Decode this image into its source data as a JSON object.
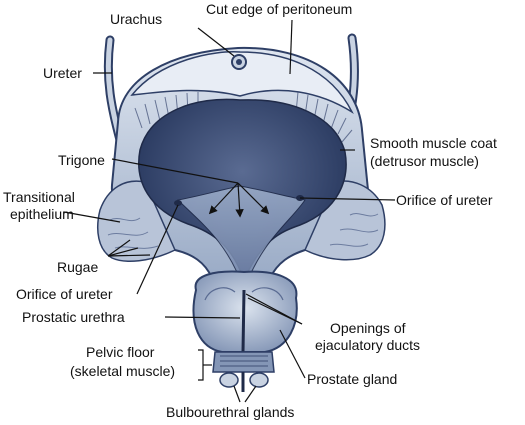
{
  "labels": {
    "urachus": "Urachus",
    "cut_edge": "Cut edge of peritoneum",
    "ureter": "Ureter",
    "smooth_muscle_1": "Smooth muscle coat",
    "smooth_muscle_2": "(detrusor muscle)",
    "trigone": "Trigone",
    "transitional_1": "Transitional",
    "transitional_2": "epithelium",
    "orifice_right": "Orifice of ureter",
    "rugae": "Rugae",
    "orifice_left": "Orifice of ureter",
    "prostatic_urethra": "Prostatic urethra",
    "openings_1": "Openings of",
    "openings_2": "ejaculatory ducts",
    "pelvic_1": "Pelvic floor",
    "pelvic_2": "(skeletal muscle)",
    "prostate": "Prostate gland",
    "bulbourethral": "Bulbourethral glands"
  },
  "colors": {
    "tissue_light": "#c9d3e2",
    "tissue_mid": "#8fa0bd",
    "tissue_dark": "#2e3f66",
    "lumen": "#3b4a72",
    "leader": "#111111"
  }
}
